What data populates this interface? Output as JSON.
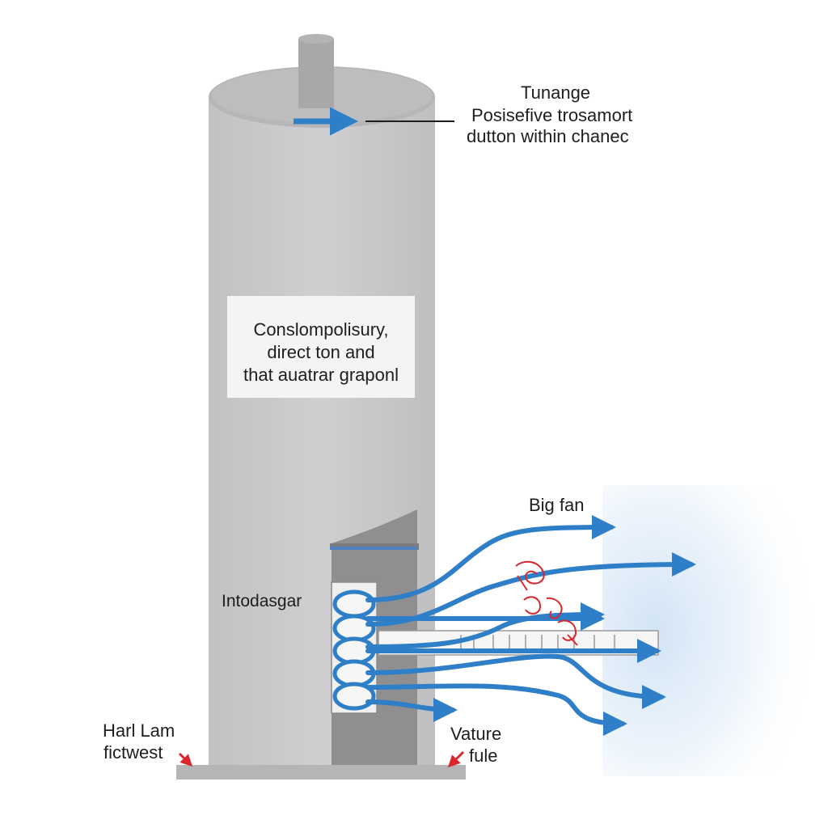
{
  "labels": {
    "top_right": {
      "line1": "Tunange",
      "line2": "Posisefive trosamort",
      "line3": "dutton within chanec"
    },
    "panel": {
      "line1": "Conslompolisury,",
      "line2": "direct ton and",
      "line3": "that auatrar graponl"
    },
    "big_fan": "Big fan",
    "intake": "Intodasgar",
    "base_left": {
      "line1": "Harl Lam",
      "line2": "fictwest"
    },
    "base_right": {
      "line1": "Vature",
      "line2": "fule"
    }
  },
  "colors": {
    "flow_arrow": "#2f7fc8",
    "turbulence": "#d9262c",
    "cylinder": "#c9c9cb",
    "cylinder_top": "#b8b8ba",
    "panel": "#f4f4f4",
    "cool_glow": "#d6e6f6"
  },
  "icons": {
    "flow": "arrow-right-icon",
    "turbulence": "swirl-icon",
    "marker": "red-arrow-icon"
  }
}
